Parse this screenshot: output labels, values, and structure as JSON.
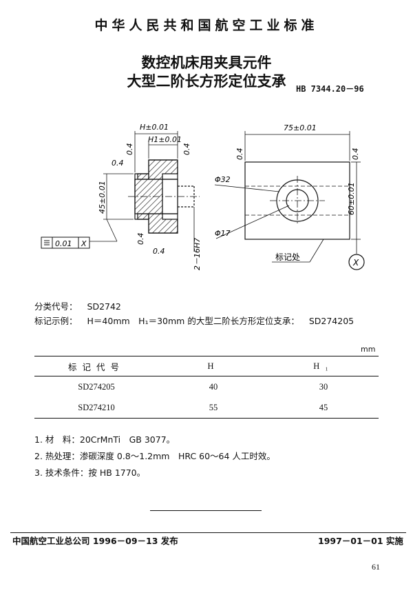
{
  "header": "中华人民共和国航空工业标准",
  "title_line1": "数控机床用夹具元件",
  "title_line2": "大型二阶长方形定位支承",
  "standard_no": "HB 7344.20－96",
  "drawing": {
    "dim_H": "H±0.01",
    "dim_H1": "H1±0.01",
    "dim_75": "75±0.01",
    "dim_45": "45±0.01",
    "dim_60": "60±0.01",
    "dia_32": "Φ32",
    "dia_17": "Φ17",
    "hole": "2－16H7",
    "roughness": "0.4",
    "tolerance_value": "0.01",
    "tolerance_datum": "X",
    "datum": "X",
    "mark_label": "标记处"
  },
  "info": {
    "class_label": "分类代号：",
    "class_value": "SD2742",
    "example_label": "标记示例：",
    "example_text": "H＝40mm　H₁＝30mm 的大型二阶长方形定位支承：",
    "example_code": "SD274205"
  },
  "table": {
    "unit": "mm",
    "headers": [
      "标记代号",
      "H",
      "H₁"
    ],
    "rows": [
      [
        "SD274205",
        "40",
        "30"
      ],
      [
        "SD274210",
        "55",
        "45"
      ]
    ]
  },
  "notes": [
    "1. 材　料：20CrMnTi　GB 3077。",
    "2. 热处理：渗碳深度 0.8～1.2mm　HRC 60～64 人工时效。",
    "3. 技术条件：按 HB 1770。"
  ],
  "footer": {
    "publisher": "中国航空工业总公司 1996－09－13 发布",
    "implement": "1997－01－01 实施",
    "page": "61"
  }
}
